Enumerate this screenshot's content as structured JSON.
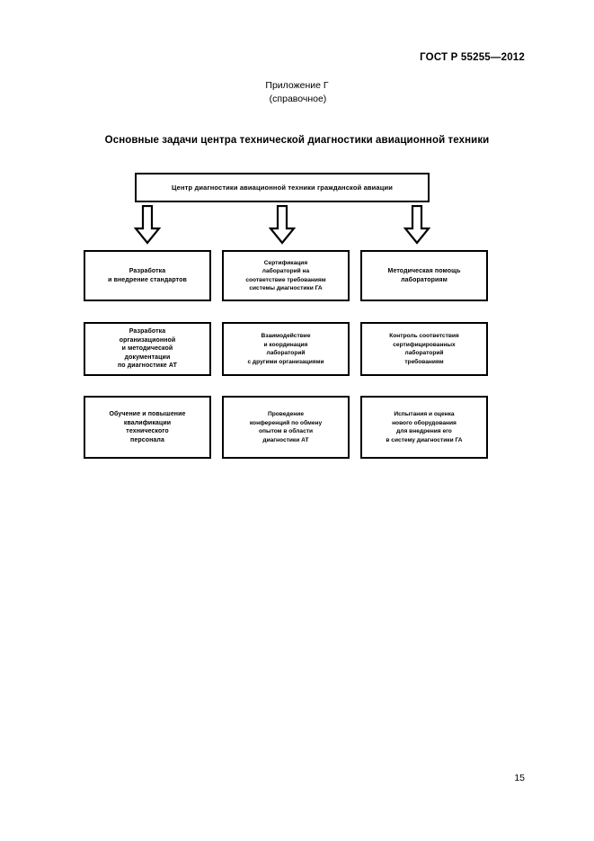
{
  "header": {
    "standard_ref": "ГОСТ Р 55255—2012"
  },
  "appendix": {
    "line1": "Приложение Г",
    "line2": "(справочное)"
  },
  "diagram": {
    "title": "Основные задачи центра технической диагностики авиационной техники",
    "root": {
      "label": "Центр диагностики авиационной техники гражданской авиации"
    },
    "arrows": [
      {
        "name": "arrow-down-left"
      },
      {
        "name": "arrow-down-center"
      },
      {
        "name": "arrow-down-right"
      }
    ],
    "rows": [
      {
        "nodes": [
          {
            "label": "Разработка\nи внедрение стандартов"
          },
          {
            "label": "Сертификация\nлабораторий на\nсоответствие требованиям\nсистемы диагностики ГА"
          },
          {
            "label": "Методическая помощь\nлабораториям"
          }
        ]
      },
      {
        "nodes": [
          {
            "label": "Разработка\nорганизационной\nи методической\nдокументации\nпо диагностике АТ"
          },
          {
            "label": "Взаимодействие\nи координация\nлабораторий\nс другими организациями"
          },
          {
            "label": "Контроль соответствия\nсертифицированных\nлабораторий\nтребованиям"
          }
        ]
      },
      {
        "nodes": [
          {
            "label": "Обучение и повышение\nквалификации\nтехнического\nперсонала"
          },
          {
            "label": "Проведение\nконференций по обмену\nопытом в области\nдиагностики АТ"
          },
          {
            "label": "Испытания и оценка\nнового оборудования\nдля внедрения его\nв систему диагностики ГА"
          }
        ]
      }
    ]
  },
  "footer": {
    "page_number": "15"
  }
}
